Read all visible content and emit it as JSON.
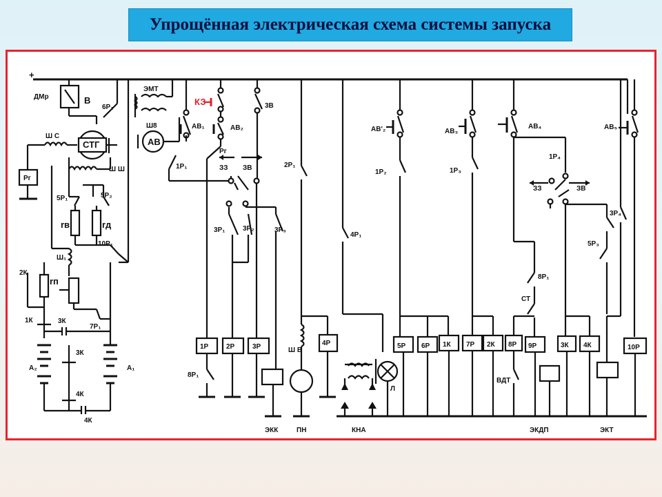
{
  "title": "Упрощённая электрическая схема системы запуска",
  "diagram": {
    "plus": "+",
    "dmr": "ДМр",
    "v": "В",
    "r6_1": "6Р₁",
    "emt": "ЭМТ",
    "sh8": "Ш8",
    "av": "АВ",
    "ab1": "АВ₁",
    "kz": "КЗ",
    "ab2": "АВ₂",
    "zv_top": "3В",
    "sc": "Ш С",
    "stg": "СТГ",
    "shsh": "Ш Ш",
    "rg_box": "Рг",
    "r1_1": "1Р₁",
    "rg_label": "Рг",
    "zz": "ЗЗ",
    "zv_mid": "ЗВ",
    "r5_1": "5Р₁",
    "r5_2": "5Р₂",
    "r_v": "rв",
    "r_d": "rд",
    "r10_1": "10Р₁",
    "sh1": "Ш₁",
    "k2": "2К",
    "r_p": "rп",
    "k1": "1К",
    "k3a": "3К",
    "r7_1": "7Р₁",
    "a2": "А₂",
    "a1": "А₁",
    "k3b": "3К",
    "k4a": "4К",
    "k4b": "4К",
    "r3_1": "3Р₁",
    "r3_2": "3Р₂",
    "r3_3": "3Р₃",
    "r2_1": "2Р₁",
    "r4_1": "4Р₁",
    "box_1r": "1Р",
    "box_2r": "2Р",
    "box_3r": "3Р",
    "box_4r": "4Р",
    "r8_1": "8Р₁",
    "shv": "Ш В",
    "ekk": "ЭКК",
    "pn": "ПН",
    "kna": "КНА",
    "l": "Л",
    "ab2p": "АВ'₂",
    "r1_2": "1Р₂",
    "box_5r": "5Р",
    "box_6r": "6Р",
    "box_1k": "1К",
    "ab3": "АВ₃",
    "r1_3": "1Р₃",
    "box_7r": "7Р",
    "box_2k": "2К",
    "ab4": "АВ₄",
    "r1_4": "1Р₄",
    "zz2": "ЗЗ",
    "zv2": "ЗВ",
    "box_8r": "8Р",
    "box_9r": "9Р",
    "r8_1b": "8Р₁",
    "st": "СТ",
    "vdt": "ВДТ",
    "ekdp": "ЭКДП",
    "ab5": "АВ₅",
    "r3_4": "3Р₄",
    "r5_3": "5Р₃",
    "box_3k": "3К",
    "box_4k": "4К",
    "box_10r": "10Р",
    "ekt": "ЭКТ"
  }
}
